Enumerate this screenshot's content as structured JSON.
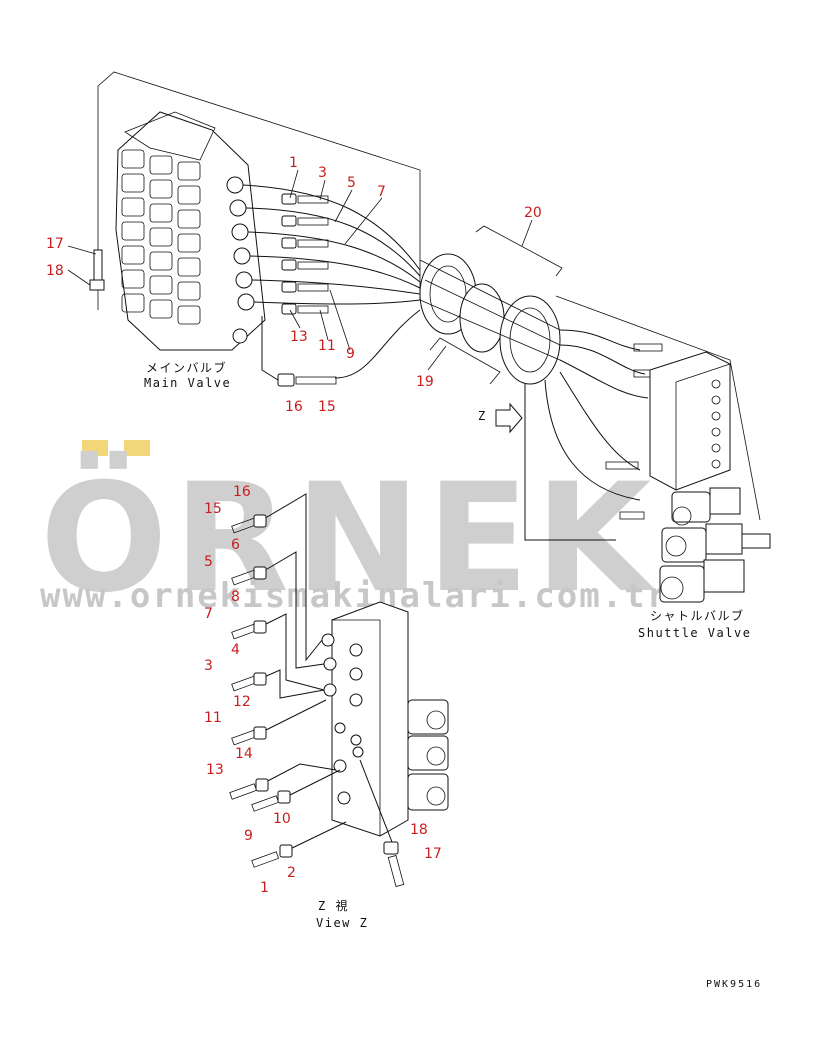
{
  "watermark": {
    "brand": "ÖRNEK",
    "url": "www.ornekismakinalari.com.tr"
  },
  "captions": {
    "main_valve_jp": "メインバルブ",
    "main_valve_en": "Main Valve",
    "shuttle_valve_jp": "シャトルバルブ",
    "shuttle_valve_en": "Shuttle Valve",
    "view_z_jp": "Z 視",
    "view_z_en": "View Z",
    "z_arrow": "Z"
  },
  "drawing_code": "PWK9516",
  "part_labels": {
    "top": [
      "1",
      "3",
      "5",
      "7",
      "17",
      "18",
      "13",
      "11",
      "9",
      "16",
      "15",
      "20",
      "19"
    ],
    "view_z": [
      "16",
      "15",
      "6",
      "5",
      "8",
      "7",
      "4",
      "3",
      "12",
      "11",
      "14",
      "13",
      "10",
      "9",
      "2",
      "1",
      "18",
      "17"
    ]
  },
  "colors": {
    "label_red": "#c81e1e",
    "line": "#111111",
    "watermark_grey": "#cfcfcf",
    "watermark_accent": "#f2d77a"
  }
}
